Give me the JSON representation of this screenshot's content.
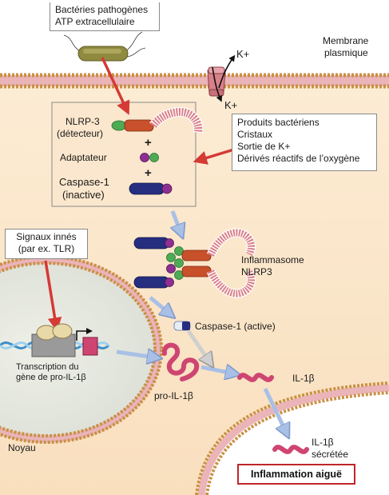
{
  "pathogen_box": {
    "line1": "Bactéries pathogènes",
    "line2": "ATP extracellulaire"
  },
  "membrane": {
    "label_line1": "Membrane",
    "label_line2": "plasmique"
  },
  "k_channel": {
    "top": "K+",
    "bottom": "K+"
  },
  "inactive_complex": {
    "nlrp3_line1": "NLRP-3",
    "nlrp3_line2": "(détecteur)",
    "plus1": "+",
    "adapter": "Adaptateur",
    "plus2": "+",
    "caspase_line1": "Caspase-1",
    "caspase_line2": "(inactive)"
  },
  "stimuli_box": {
    "items": [
      "Produits bactériens",
      "Cristaux",
      "Sortie de K+",
      "Dérivés réactifs de l’oxygène"
    ]
  },
  "innate_box": {
    "line1": "Signaux innés",
    "line2": "(par ex. TLR)"
  },
  "inflammasome": {
    "line1": "Inflammasome",
    "line2": "NLRP3"
  },
  "caspase_active": "Caspase-1 (active)",
  "transcription": {
    "line1": "Transcription du",
    "line2": "gène de pro-IL-1β"
  },
  "pro_il1b": "pro-IL-1β",
  "il1b": "IL-1β",
  "il1b_secreted": {
    "line1": "IL-1β",
    "line2": "sécrétée"
  },
  "nucleus": "Noyau",
  "outcome": "Inflammation aiguë",
  "colors": {
    "cytoplasm": "#fce7cc",
    "membrane_head": "#dcb06a",
    "membrane_tail": "#e8a3ad",
    "nlrp3_pink": "#d9818a",
    "nlrp3_orange": "#c8502a",
    "adapter_green": "#4dab55",
    "adapter_purple": "#8d2f93",
    "caspase_navy": "#262e80",
    "arrow_red": "#d53a35",
    "arrow_blue": "#a9c0e6",
    "il1b": "#cf4571",
    "outcome_border": "#c0252b"
  }
}
